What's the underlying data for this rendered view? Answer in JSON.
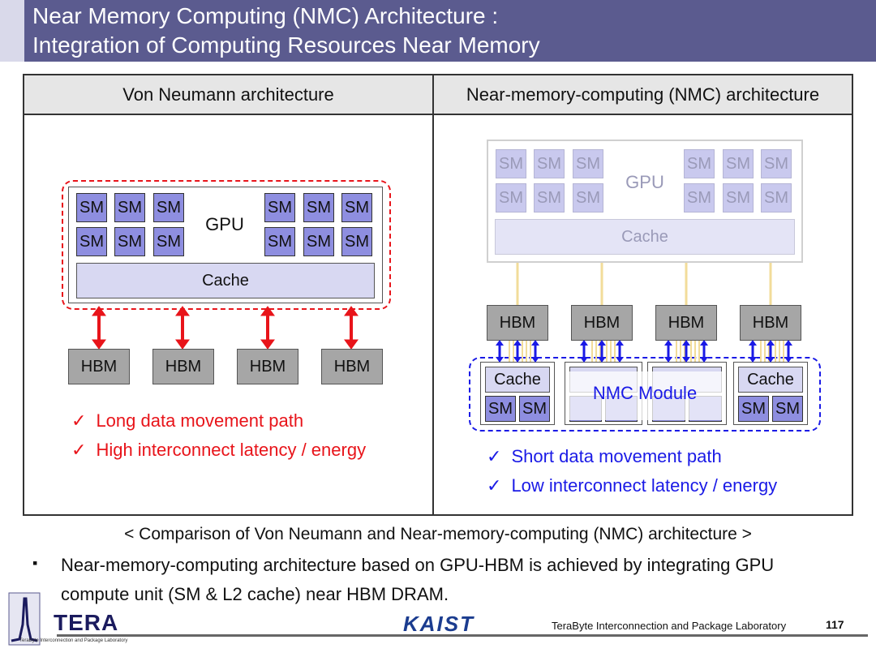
{
  "title": {
    "line1": "Near Memory Computing (NMC) Architecture :",
    "line2": "Integration of Computing Resources Near Memory"
  },
  "left": {
    "header": "Von Neumann architecture",
    "gpu_label": "GPU",
    "sm_label": "SM",
    "cache_label": "Cache",
    "hbm_label": "HBM",
    "check1": "Long data movement path",
    "check2": "High interconnect latency / energy"
  },
  "right": {
    "header": "Near-memory-computing (NMC) architecture",
    "gpu_label": "GPU",
    "sm_label": "SM",
    "cache_label": "Cache",
    "hbm_label": "HBM",
    "nmc_cache_label": "Cache",
    "nmc_module_label": "NMC Module",
    "check1": "Short data movement path",
    "check2": "Low interconnect latency / energy"
  },
  "caption": "< Comparison of Von Neumann and Near-memory-computing (NMC) architecture >",
  "bullet": {
    "marker": "▪",
    "line1": "Near-memory-computing architecture based on GPU-HBM is achieved by integrating GPU",
    "line2": "compute unit (SM & L2 cache) near HBM DRAM."
  },
  "footer": {
    "logo_text": "TERA",
    "logo_subtext": "TeraByte Interconnection and Package Laboratory",
    "university": "KAIST",
    "lab_name": "TeraByte Interconnection and Package Laboratory",
    "page_number": "117"
  },
  "colors": {
    "title_bar": "#5b5b8f",
    "sm_fill": "#8e8ee0",
    "red_arrow": "#e8141a",
    "blue_arrow": "#1a1ae6",
    "hbm_fill": "#a6a6a6"
  }
}
